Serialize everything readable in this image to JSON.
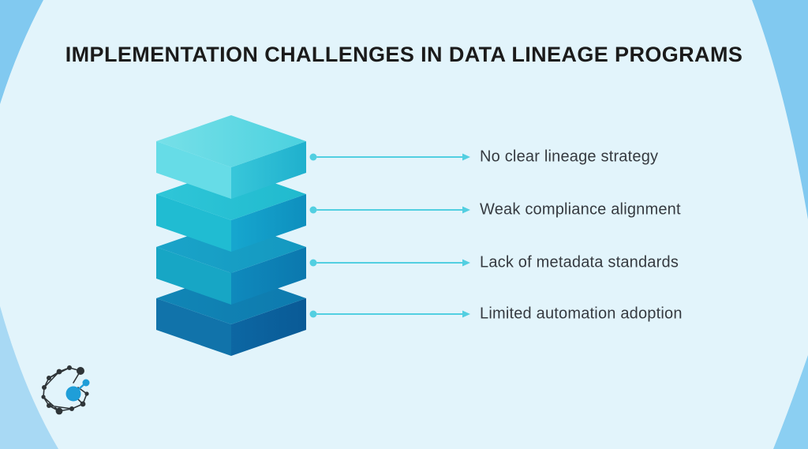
{
  "title": "IMPLEMENTATION CHALLENGES IN DATA LINEAGE PROGRAMS",
  "diagram": {
    "type": "layered-stack",
    "items": [
      {
        "label": "No clear lineage strategy",
        "top": "#77e0e8",
        "top_shade": "#4bd1df",
        "left": "#66dce7",
        "right": "#38c7da",
        "right_shade": "#1fb0cd"
      },
      {
        "label": "Weak compliance alignment",
        "top": "#2fc6d8",
        "top_shade": "#20bace",
        "left": "#20bcd2",
        "right": "#16a7cf",
        "right_shade": "#0e8fbe"
      },
      {
        "label": "Lack of metadata standards",
        "top": "#1aa4c9",
        "top_shade": "#1498c0",
        "left": "#17a6c5",
        "right": "#0f8abd",
        "right_shade": "#0b78ae"
      },
      {
        "label": "Limited automation adoption",
        "top": "#1186b6",
        "top_shade": "#0e7aae",
        "left": "#1173aa",
        "right": "#0d67a3",
        "right_shade": "#095a96"
      }
    ]
  },
  "palette": {
    "outer_top": "#81c9f0",
    "outer_bottom_left": "#a8d9f4",
    "outer_bottom_right": "#8bcff2",
    "inner_bg": "#e2f4fb",
    "bottom_strip": "#f0f9fd",
    "title_color": "#1b1b1b",
    "label_color": "#353a40",
    "arrow": "#52cfe1",
    "logo_blue": "#1f9ed8",
    "logo_dark": "#2f3538"
  },
  "logo": {
    "name": "network-graph-logo"
  }
}
